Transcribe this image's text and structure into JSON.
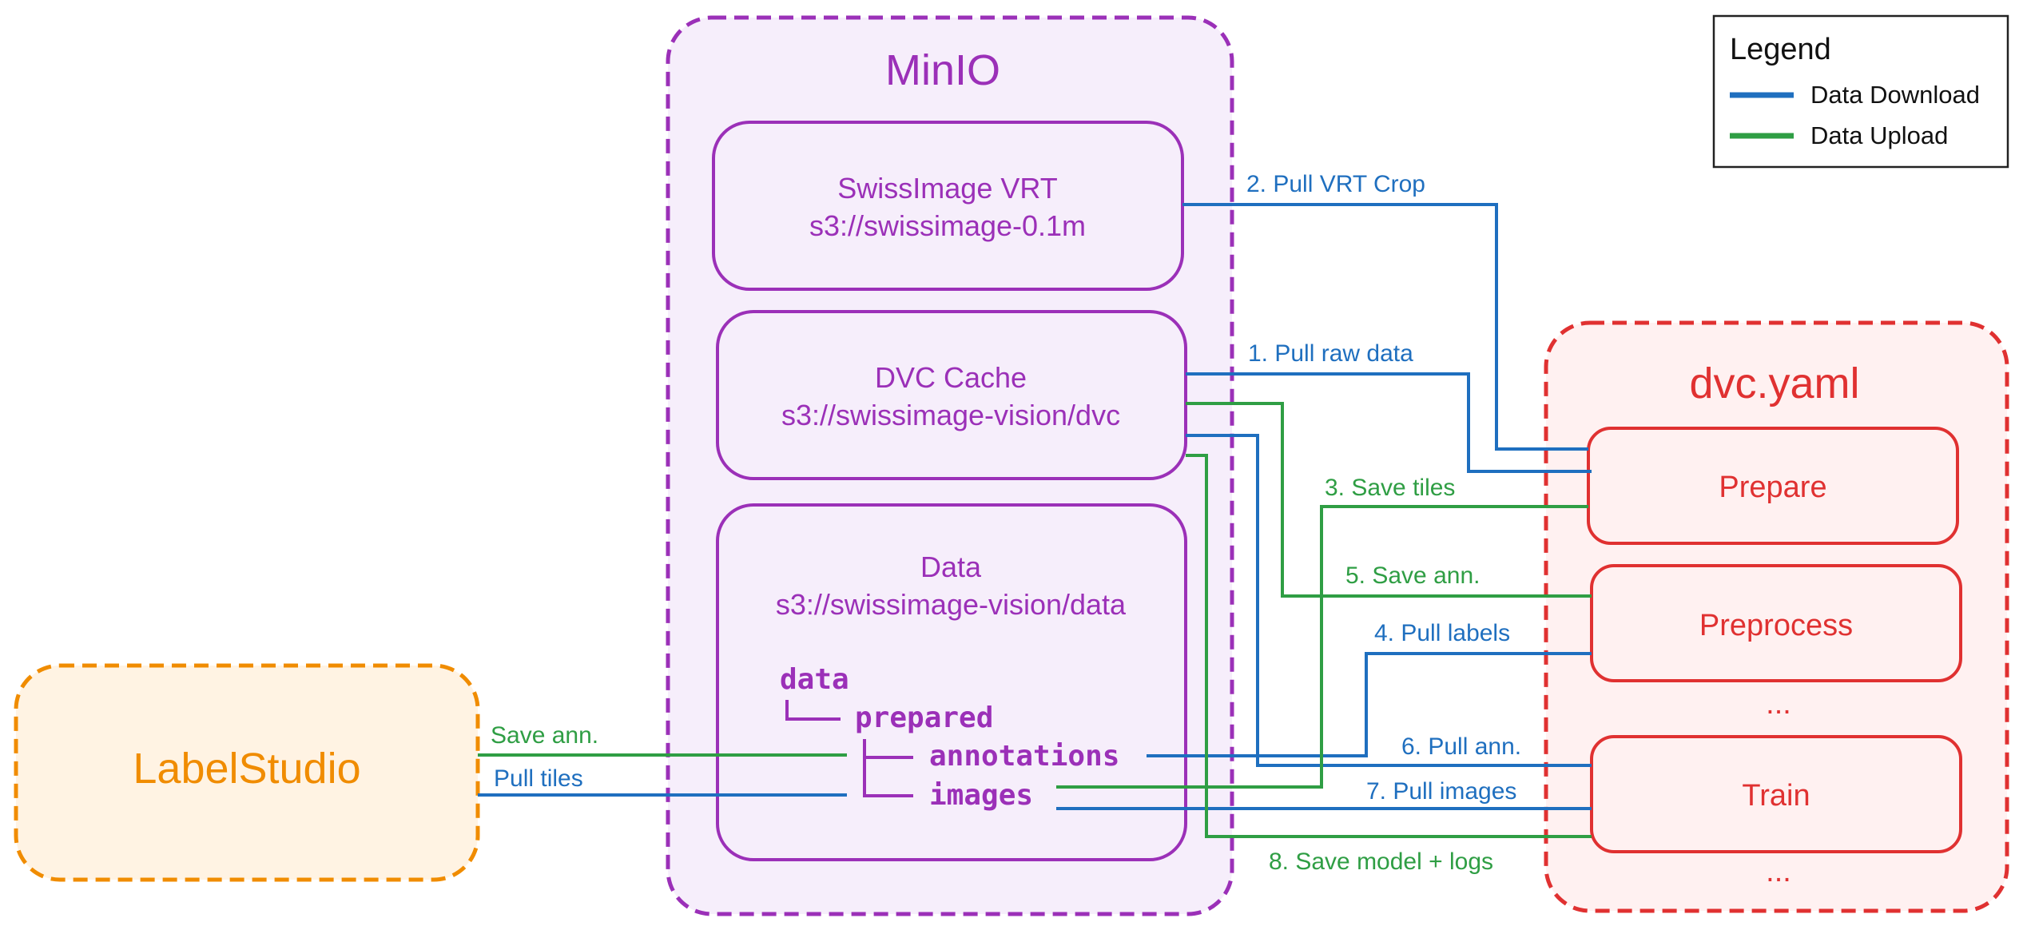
{
  "colors": {
    "minio": "#9b30b8",
    "minio_fill": "#f6eefb",
    "dvc": "#e03131",
    "dvc_fill": "#fff1f1",
    "labelstudio": "#f08c00",
    "labelstudio_fill": "#fff3e3",
    "download": "#1f6fbf",
    "upload": "#2f9e44"
  },
  "minio": {
    "title": "MinIO",
    "swissimage": {
      "line1": "SwissImage VRT",
      "line2": "s3://swissimage-0.1m"
    },
    "dvc_cache": {
      "line1": "DVC Cache",
      "line2": "s3://swissimage-vision/dvc"
    },
    "data": {
      "line1": "Data",
      "line2": "s3://swissimage-vision/data",
      "tree": {
        "root": "data",
        "prepared": "prepared",
        "annotations": "annotations",
        "images": "images"
      }
    }
  },
  "labelstudio": {
    "title": "LabelStudio"
  },
  "dvc": {
    "title": "dvc.yaml",
    "stages": [
      "Prepare",
      "Preprocess",
      "...",
      "Train",
      "..."
    ]
  },
  "legend": {
    "title": "Legend",
    "items": [
      {
        "label": "Data Download",
        "color": "#1f6fbf"
      },
      {
        "label": "Data Upload",
        "color": "#2f9e44"
      }
    ]
  },
  "edges": {
    "pull_vrt_crop": "2. Pull VRT Crop",
    "pull_raw_data": "1. Pull raw data",
    "save_tiles": "3. Save tiles",
    "save_ann_dvc": "5. Save ann.",
    "pull_labels": "4. Pull labels",
    "pull_ann": "6. Pull ann.",
    "pull_images": "7. Pull images",
    "save_model": "8. Save model + logs",
    "ls_save_ann": "Save ann.",
    "ls_pull_tiles": "Pull tiles"
  }
}
